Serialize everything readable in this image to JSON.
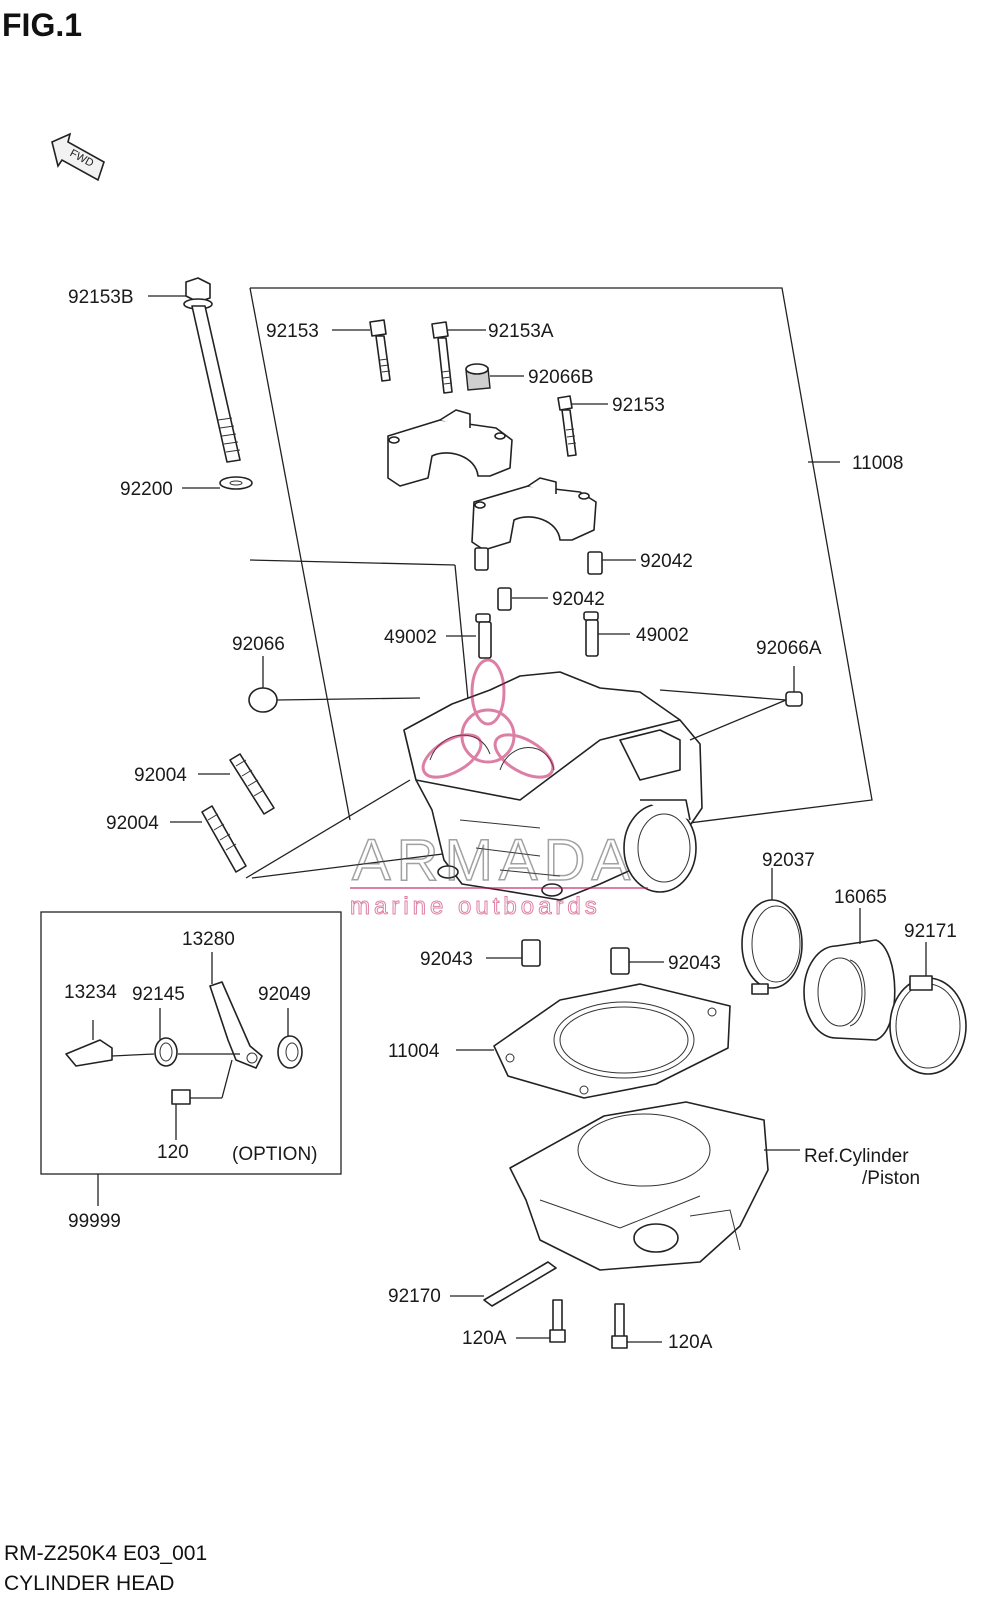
{
  "figure": {
    "title": "FIG.1",
    "fwd_label": "FWD"
  },
  "callouts": {
    "c92153B": "92153B",
    "c92153a": "92153",
    "c92153A": "92153A",
    "c92066B": "92066B",
    "c92153b": "92153",
    "c11008": "11008",
    "c92200": "92200",
    "c92042a": "92042",
    "c92042b": "92042",
    "c49002a": "49002",
    "c49002b": "49002",
    "c92066": "92066",
    "c92066A": "92066A",
    "c92004a": "92004",
    "c92004b": "92004",
    "c92037": "92037",
    "c16065": "16065",
    "c92171": "92171",
    "c92043a": "92043",
    "c92043b": "92043",
    "c11004": "11004",
    "c13280": "13280",
    "c13234": "13234",
    "c92145": "92145",
    "c92049": "92049",
    "c120": "120",
    "option": "(OPTION)",
    "c99999": "99999",
    "ref_line1": "Ref.Cylinder",
    "ref_line2": "/Piston",
    "c92170": "92170",
    "c120Aa": "120A",
    "c120Ab": "120A"
  },
  "watermark": {
    "brand": "ARMADA",
    "tagline": "marine outboards",
    "color": "#c2185b"
  },
  "footer": {
    "model_code": "RM-Z250K4 E03_001",
    "section": "CYLINDER HEAD"
  }
}
